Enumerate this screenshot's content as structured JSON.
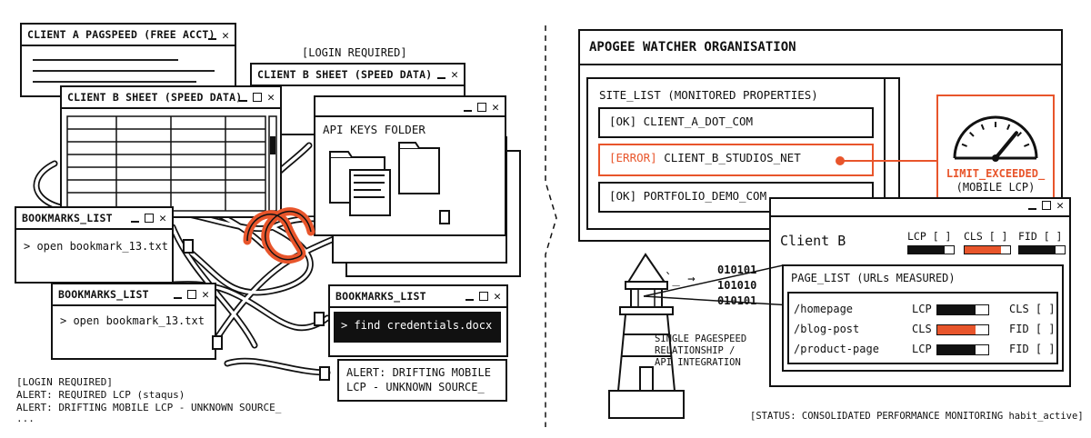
{
  "colors": {
    "ink": "#111111",
    "accent": "#e8552b",
    "paper": "#ffffff"
  },
  "left": {
    "win_client_a": {
      "title": "CLIENT A PAGSPEED (FREE ACCT)"
    },
    "login_label_top": "[LOGIN REQUIRED]",
    "win_client_b_back": {
      "title": "CLIENT B SHEET (SPEED DATA)"
    },
    "win_client_b_front": {
      "title": "CLIENT B SHEET (SPEED DATA)"
    },
    "win_api_keys": {
      "heading": "API KEYS FOLDER"
    },
    "win_bookmarks_1": {
      "title": "BOOKMARKS_LIST",
      "command": "> open bookmark_13.txt"
    },
    "win_bookmarks_2": {
      "title": "BOOKMARKS_LIST",
      "command": "> open bookmark_13.txt"
    },
    "win_bookmarks_3": {
      "title": "BOOKMARKS_LIST",
      "command": "> find credentials.docx"
    },
    "alert_box": {
      "line1": "ALERT: DRIFTING MOBILE",
      "line2": "LCP - UNKNOWN SOURCE_"
    },
    "log": {
      "line1": "[LOGIN REQUIRED]",
      "line2": "ALERT: REQUIRED LCP (staqus)",
      "line3": "ALERT: DRIFTING MOBILE LCP - UNKNOWN SOURCE_",
      "line4": "..."
    }
  },
  "right": {
    "org_window": {
      "title": "APOGEE WATCHER ORGANISATION"
    },
    "site_list": {
      "title": "SITE_LIST (MONITORED PROPERTIES)",
      "items": [
        {
          "tag": "[OK]",
          "name": "CLIENT_A_DOT_COM",
          "status": "ok"
        },
        {
          "tag": "[ERROR]",
          "name": "CLIENT_B_STUDIOS_NET",
          "status": "error"
        },
        {
          "tag": "[OK]",
          "name": "PORTFOLIO_DEMO_COM",
          "status": "ok"
        }
      ]
    },
    "gauge": {
      "label1": "LIMIT_EXCEEDED_",
      "label2": "(MOBILE LCP)",
      "level": 0.72
    },
    "client_b": {
      "title": "Client B",
      "metrics": [
        {
          "label": "LCP [ ]",
          "fill": 0.8,
          "color": "#111111"
        },
        {
          "label": "CLS [ ]",
          "fill": 0.8,
          "color": "#e8552b"
        },
        {
          "label": "FID [ ]",
          "fill": 0.8,
          "color": "#111111"
        }
      ],
      "page_list": {
        "title": "PAGE_LIST (URLs MEASURED)",
        "rows": [
          {
            "url": "/homepage",
            "metric": "LCP",
            "fill": 0.75,
            "color": "#111111",
            "right": "CLS [ ]"
          },
          {
            "url": "/blog-post",
            "metric": "CLS",
            "fill": 0.75,
            "color": "#e8552b",
            "right": "FID [ ]"
          },
          {
            "url": "/product-page",
            "metric": "LCP",
            "fill": 0.75,
            "color": "#111111",
            "right": "FID [ ]"
          }
        ]
      }
    },
    "binary": {
      "line1": "010101",
      "line2": "101010",
      "line3": "010101",
      "arrow": "`_ →"
    },
    "caption": {
      "line1": "SINGLE PAGESPEED",
      "line2": "RELATIONSHIP /",
      "line3": "API INTEGRATION"
    },
    "status": "[STATUS: CONSOLIDATED PERFORMANCE MONITORING habit_active]"
  }
}
